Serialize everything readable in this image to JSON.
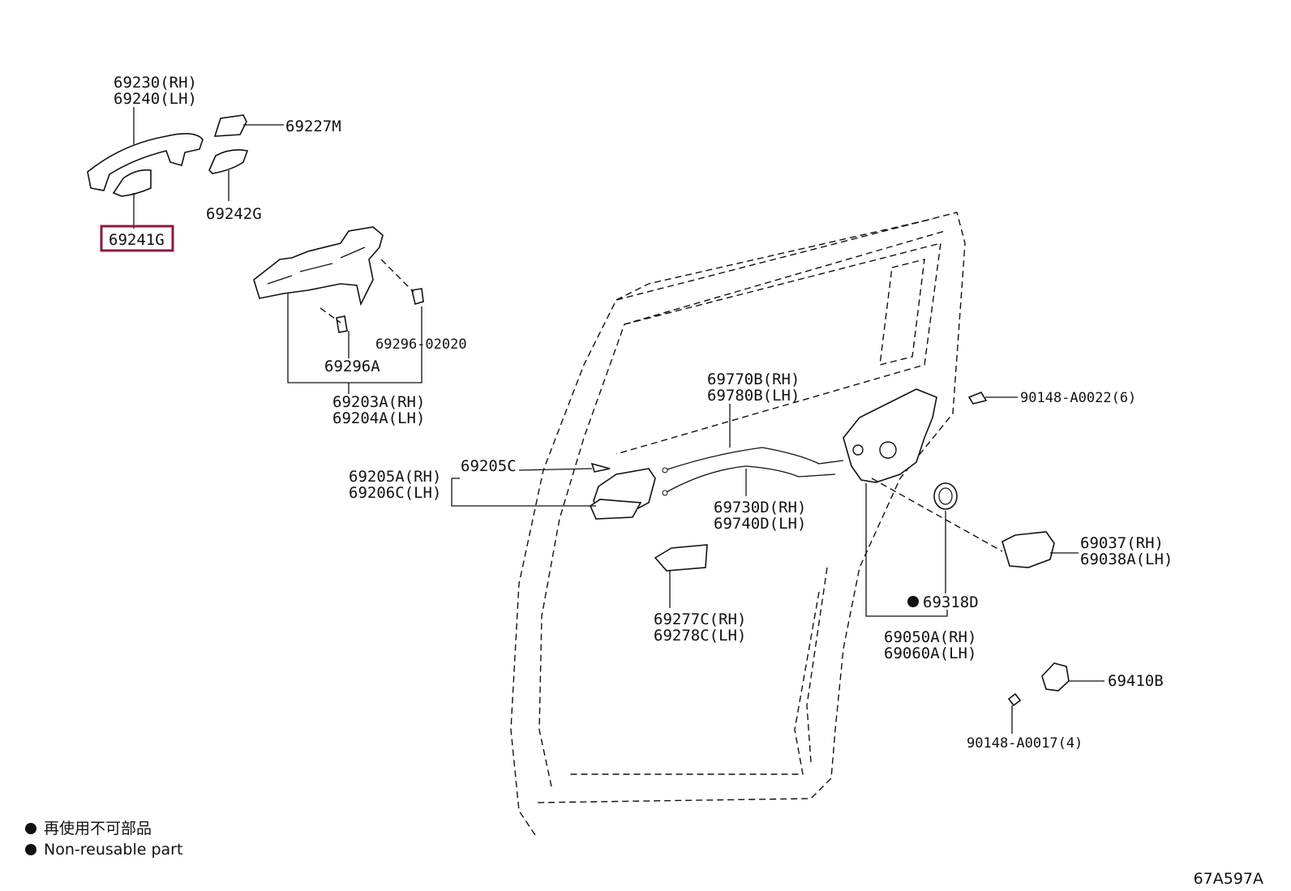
{
  "parts": {
    "p69230": "69230(RH)",
    "p69240": "69240(LH)",
    "p69227M": "69227M",
    "p69242G": "69242G",
    "p69241G": "69241G",
    "p69296_02020": "69296-02020",
    "p69296A": "69296A",
    "p69203A": "69203A(RH)",
    "p69204A": "69204A(LH)",
    "p69770B": "69770B(RH)",
    "p69780B": "69780B(LH)",
    "p90148_A0022": "90148-A0022(6)",
    "p69205C": "69205C",
    "p69205A": "69205A(RH)",
    "p69206C": "69206C(LH)",
    "p69730D": "69730D(RH)",
    "p69740D": "69740D(LH)",
    "p69037": "69037(RH)",
    "p69038A": "69038A(LH)",
    "p69318D": "69318D",
    "p69277C": "69277C(RH)",
    "p69278C": "69278C(LH)",
    "p69050A": "69050A(RH)",
    "p69060A": "69060A(LH)",
    "p69410B": "69410B",
    "p90148_A0017": "90148-A0017(4)"
  },
  "highlight_color": "#8b1a3a",
  "legend": {
    "line_jp": "再使用不可部品",
    "line_en": "Non-reusable part"
  },
  "diagram_code": "67A597A"
}
